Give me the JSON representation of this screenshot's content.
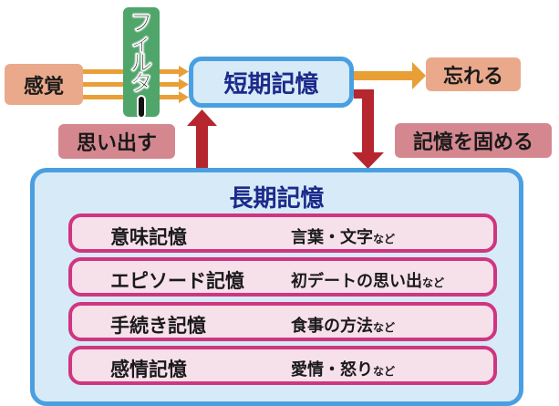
{
  "sensory": {
    "label": "感覚"
  },
  "filter": {
    "chars": [
      "フ",
      "ィ",
      "ル",
      "タ"
    ],
    "long_bar": "ー"
  },
  "short_term": {
    "label": "短期記憶"
  },
  "forget": {
    "label": "忘れる"
  },
  "recall": {
    "label": "思い出す"
  },
  "consolidate": {
    "label": "記憶を固める"
  },
  "long_term": {
    "title": "長期記憶",
    "rows": [
      {
        "name": "意味記憶",
        "example": "言葉・文字",
        "suffix": "など"
      },
      {
        "name": "エピソード記憶",
        "example": "初デートの思い出",
        "suffix": "など"
      },
      {
        "name": "手続き記憶",
        "example": "食事の方法",
        "suffix": "など"
      },
      {
        "name": "感情記憶",
        "example": "愛情・怒り",
        "suffix": "など"
      }
    ]
  },
  "colors": {
    "orange_arrow": "#e8a036",
    "red_arrow": "#b5262e",
    "blue_border": "#4a9fe0",
    "pink_border": "#d0357f",
    "filter_green": "#4fa56a"
  }
}
